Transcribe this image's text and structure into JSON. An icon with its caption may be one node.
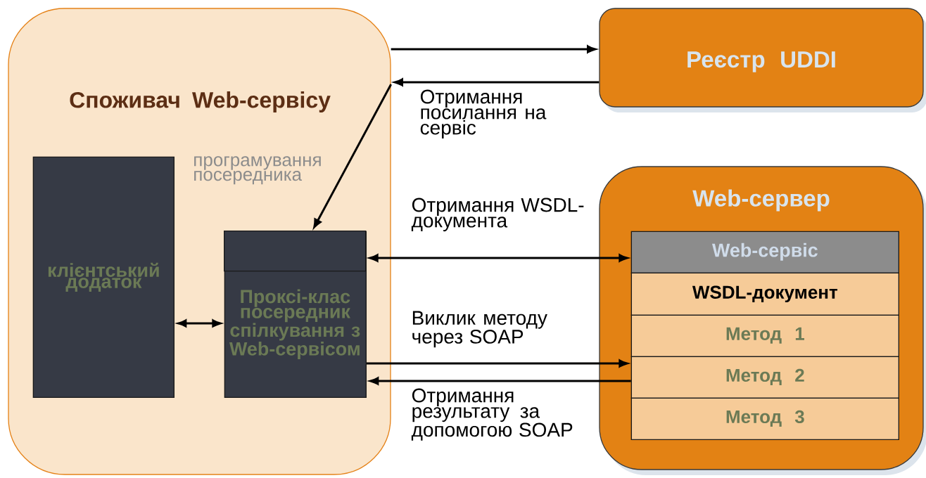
{
  "diagram": {
    "nodes": [
      {
        "text": [
          "Споживач Web-сервісу"
        ]
      },
      {
        "text": [
          "клієнтський додаток"
        ],
        "in": 0
      },
      {
        "text": [
          "Проксі-клас посередник спілкування з Web-сервісом"
        ],
        "in": 0
      },
      {
        "text": [],
        "shape": "box",
        "in": 2
      },
      {
        "text": [
          "Реєстр UDDI"
        ]
      },
      {
        "text": [
          "Web-сервер"
        ]
      },
      {
        "text": [
          "Web-сервіс"
        ],
        "in": 5
      },
      {
        "text": [
          "WSDL-документ"
        ],
        "in": 5
      },
      {
        "text": [
          "Метод 1"
        ],
        "in": 5
      },
      {
        "text": [
          "Метод 2"
        ],
        "in": 5
      },
      {
        "text": [
          "Метод 3"
        ],
        "in": 5
      }
    ],
    "edges": [
      {
        "from": 0,
        "to": 4,
        "arrow": "to"
      },
      {
        "from": 4,
        "to": 0,
        "arrow": "to",
        "label": "Отримання посилання на сервіс"
      },
      {
        "from": 0,
        "to": 3,
        "arrow": "to"
      },
      {
        "from": 3,
        "to": 6,
        "arrow": "both",
        "label": "Отримання WSDL-документа"
      },
      {
        "from": 1,
        "to": 2,
        "arrow": "both"
      },
      {
        "from": 2,
        "to": 9,
        "arrow": "to",
        "label": "Виклик методу через SOAP"
      },
      {
        "from": 9,
        "to": 2,
        "arrow": "to",
        "label": "Отримання результату за допомогою SOAP"
      }
    ],
    "labels": [
      "програмування посередника"
    ]
  }
}
